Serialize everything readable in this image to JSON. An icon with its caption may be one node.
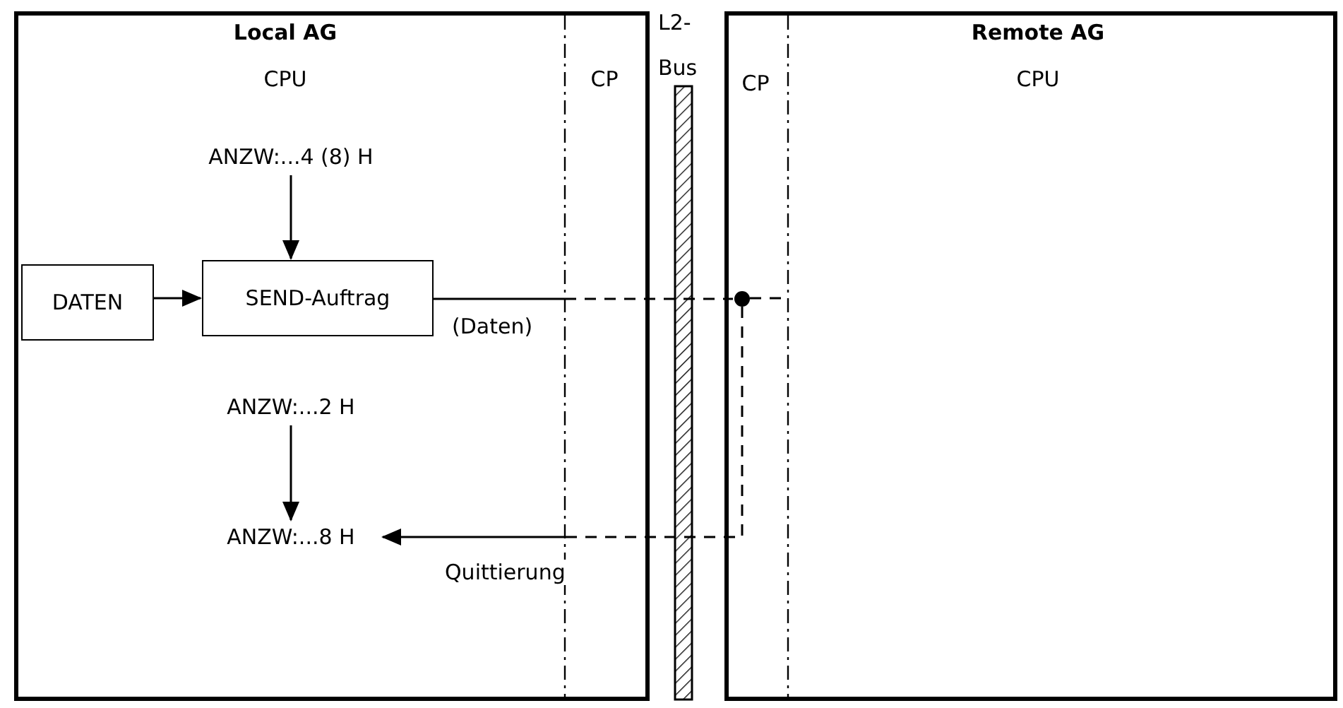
{
  "diagram": {
    "nodes": [
      {
        "text": [
          "Local AG"
        ]
      },
      {
        "text": [
          "Remote AG"
        ]
      },
      {
        "text": [
          "L2- Bus"
        ]
      },
      {
        "text": [
          "ANZW:...4 (8) H"
        ],
        "in": 0
      },
      {
        "text": [
          "DATEN"
        ],
        "in": 0
      },
      {
        "text": [
          "SEND-Auftrag"
        ],
        "in": 0
      },
      {
        "text": [
          "ANZW:...2 H"
        ],
        "in": 0
      },
      {
        "text": [
          "ANZW:...8 H"
        ],
        "in": 0
      },
      {
        "text": [],
        "shape": "circle",
        "in": 1
      }
    ],
    "edges": [
      {
        "from": 3,
        "to": 5,
        "arrow": "to"
      },
      {
        "from": 4,
        "to": 5,
        "arrow": "to"
      },
      {
        "from": 5,
        "to": 8,
        "arrow": "none",
        "label": "(Daten)",
        "style": "dashed"
      },
      {
        "from": 6,
        "to": 7,
        "arrow": "to"
      },
      {
        "from": 8,
        "to": 7,
        "arrow": "to",
        "label": "Quittierung",
        "style": "dashed"
      }
    ],
    "labels": [
      "CPU",
      "CP",
      "CP",
      "CPU"
    ]
  }
}
